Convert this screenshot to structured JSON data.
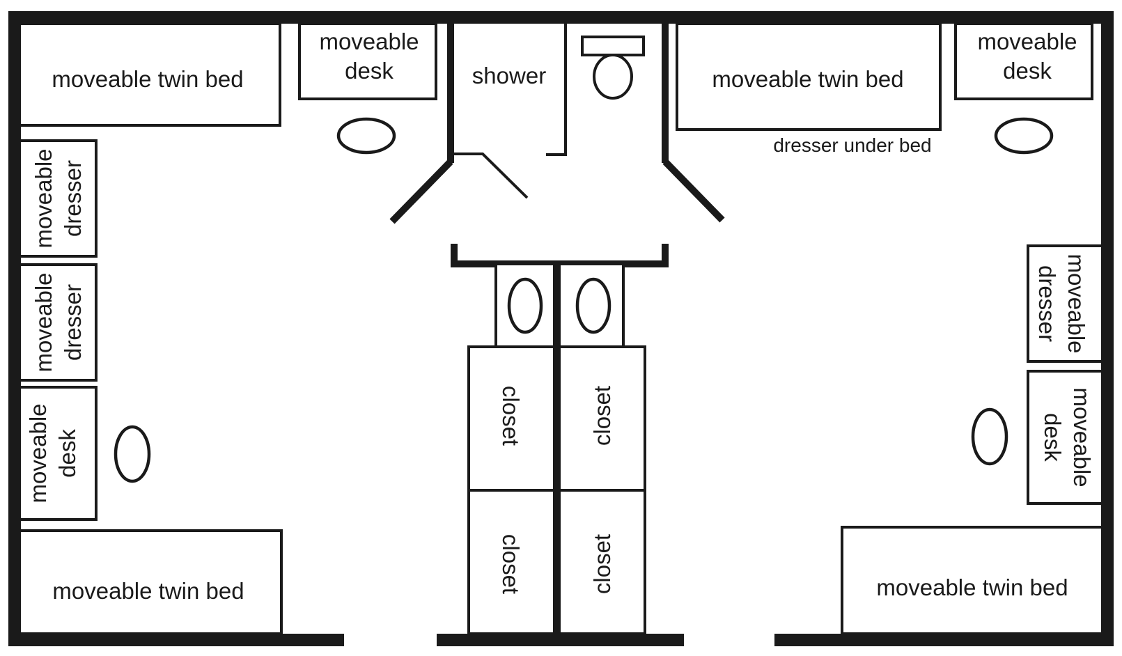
{
  "title": "Dorm suite floor plan",
  "colors": {
    "line": "#1a1a1a",
    "background": "#ffffff"
  },
  "left_room": {
    "bed_top": "moveable twin bed",
    "desk_top": [
      "moveable",
      "desk"
    ],
    "dresser_1": [
      "moveable",
      "dresser"
    ],
    "dresser_2": [
      "moveable",
      "dresser"
    ],
    "desk_side": [
      "moveable",
      "desk"
    ],
    "bed_bottom": "moveable twin bed"
  },
  "bathroom": {
    "shower": "shower"
  },
  "closets": [
    "closet",
    "closet",
    "closet",
    "closet"
  ],
  "right_room": {
    "bed_top": "moveable twin bed",
    "bed_note": "dresser under bed",
    "desk_top": [
      "moveable",
      "desk"
    ],
    "dresser": [
      "moveable",
      "dresser"
    ],
    "desk_side": [
      "moveable",
      "desk"
    ],
    "bed_bottom": "moveable twin bed"
  }
}
